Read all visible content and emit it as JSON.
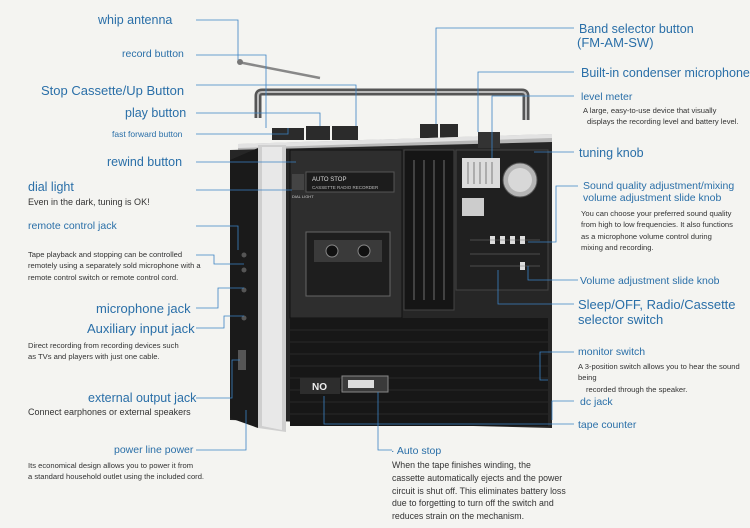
{
  "labels": {
    "whip_antenna": "whip antenna",
    "record_button": "record button",
    "stop_button": "Stop Cassette/Up Button",
    "play_button": "play button",
    "fast_forward": "fast forward button",
    "rewind_button": "rewind button",
    "dial_light": "dial light",
    "dial_light_desc": "Even in the dark, tuning is OK!",
    "remote_jack": "remote control jack",
    "remote_desc": [
      "Tape playback and stopping can be controlled",
      "remotely using a separately sold microphone with a",
      "remote control switch or remote control cord."
    ],
    "mic_jack": "microphone jack",
    "aux_jack": "Auxiliary input jack",
    "aux_desc": [
      "Direct recording from recording devices such",
      "as TVs and players with just one cable."
    ],
    "ext_output": "external output jack",
    "ext_desc": "Connect earphones or external speakers",
    "power_line": "power line power",
    "power_desc": [
      "Its economical design allows you to power it from",
      "a standard household outlet using the included cord."
    ],
    "band_selector": "Band selector button",
    "band_selector_sub": "(FM-AM-SW)",
    "condenser_mic": "Built-in condenser microphone",
    "level_meter": "level meter",
    "level_desc": [
      "A large, easy-to-use device that visually",
      "displays the recording level and battery level."
    ],
    "tuning_knob": "tuning knob",
    "sound_quality": [
      "Sound quality adjustment/mixing",
      "volume adjustment slide knob"
    ],
    "sound_desc": [
      "You can choose your preferred sound quality",
      "from high to low frequencies. It also functions",
      "as a microphone volume control during",
      "mixing and recording."
    ],
    "volume_slide": "Volume adjustment slide knob",
    "sleep_switch": [
      "Sleep/OFF, Radio/Cassette",
      "selector switch"
    ],
    "monitor_switch": "monitor switch",
    "monitor_desc": [
      "A 3-position switch allows you to hear the sound being",
      "recorded through the speaker."
    ],
    "dc_jack": "dc jack",
    "tape_counter": "tape counter",
    "auto_stop": "Auto stop",
    "auto_stop_desc": [
      "When the tape finishes winding, the",
      "cassette automatically ejects and the power",
      "circuit is shut off. This eliminates battery loss",
      "due to forgetting to turn off the switch and",
      "reduces strain on the mechanism."
    ]
  },
  "device": {
    "auto_stop_plate": "AUTO STOP",
    "plate_sub": "CASSETTE RADIO RECORDER",
    "model_tag": "NO",
    "dial_light_tag": "DIAL LIGHT"
  },
  "colors": {
    "label_blue": "#2a6fa8",
    "desc_gray": "#333333",
    "leader": "#3b82c4"
  }
}
